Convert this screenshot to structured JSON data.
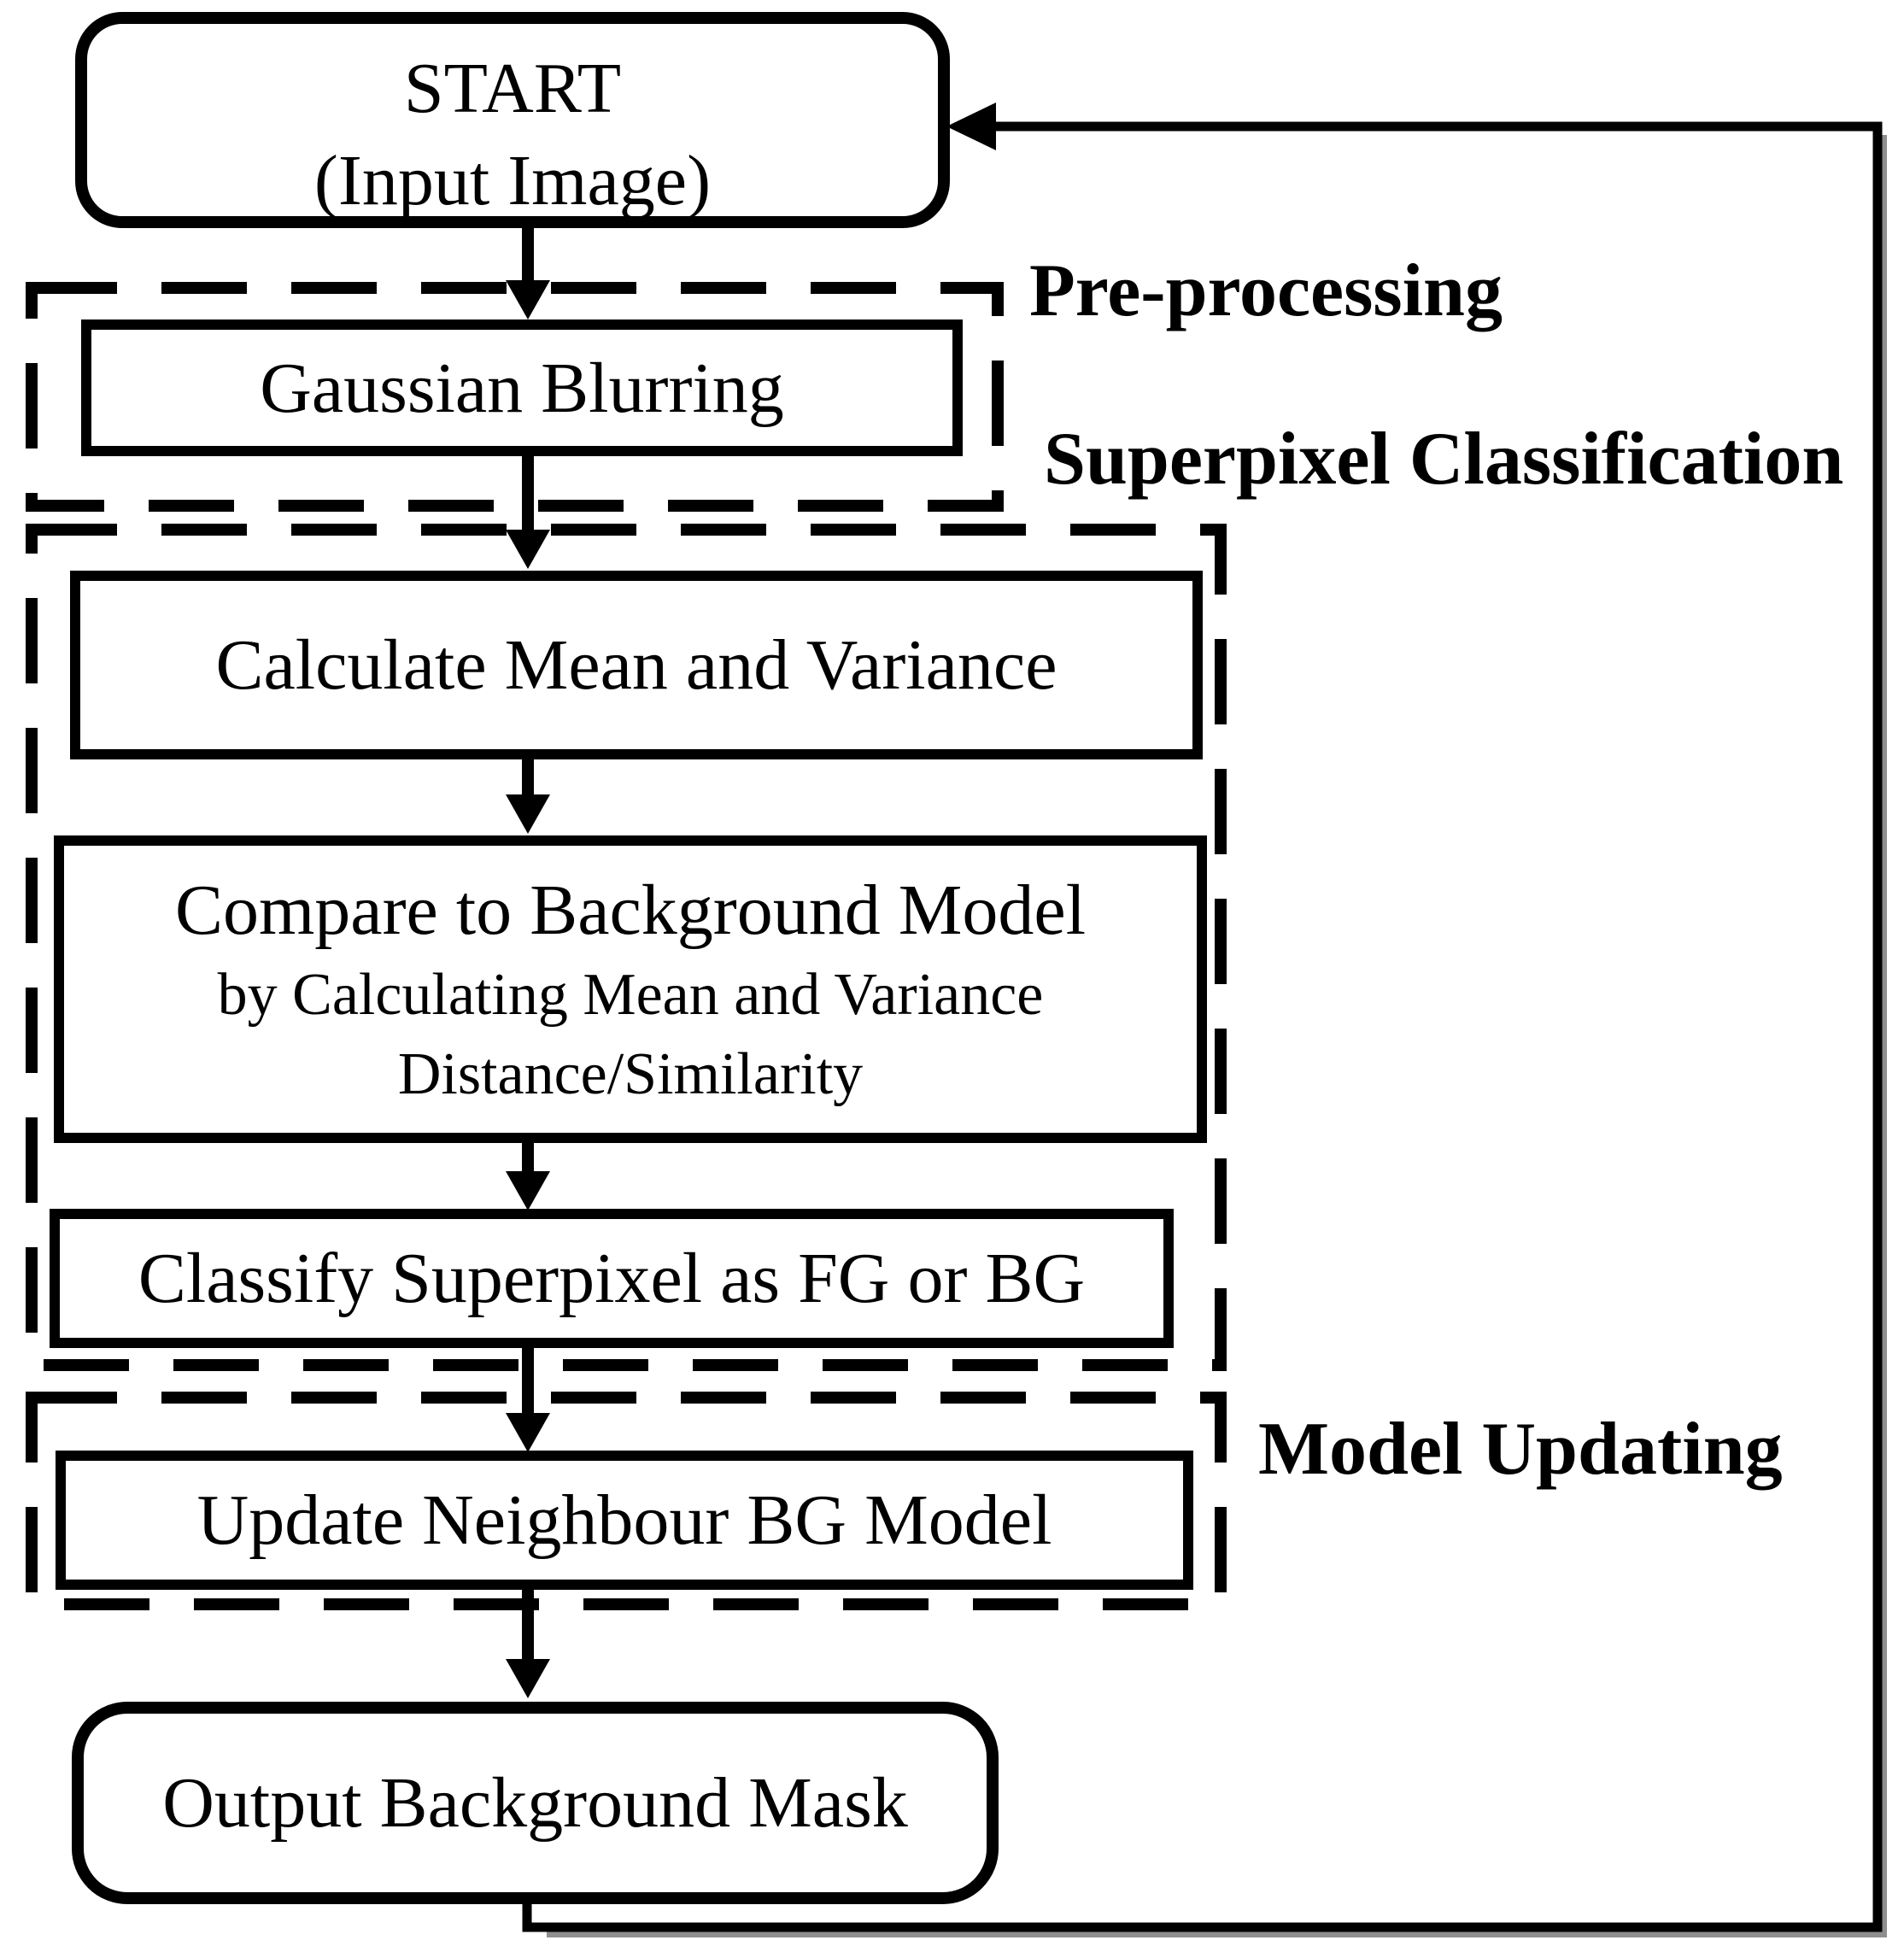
{
  "figure": {
    "type": "flowchart",
    "background_color": "#ffffff",
    "line_color": "#000000",
    "shadow_color": "#8f8f8f"
  },
  "nodes": {
    "start": {
      "line1": "START",
      "line2": "(Input Image)"
    },
    "gaussian_blurring": {
      "label": "Gaussian Blurring"
    },
    "calculate_mean_variance": {
      "label": "Calculate Mean and Variance"
    },
    "compare_background_model": {
      "line1": "Compare to Background Model",
      "line2": "by Calculating Mean and Variance",
      "line3": "Distance/Similarity"
    },
    "classify_superpixel": {
      "label": "Classify Superpixel as FG or BG"
    },
    "update_neighbour_bg": {
      "label": "Update Neighbour BG Model"
    },
    "output_background_mask": {
      "label": "Output Background Mask"
    }
  },
  "sections": {
    "preprocessing": {
      "label": "Pre-processing"
    },
    "superpixel_classification": {
      "label": "Superpixel Classification"
    },
    "model_updating": {
      "label": "Model Updating"
    }
  }
}
